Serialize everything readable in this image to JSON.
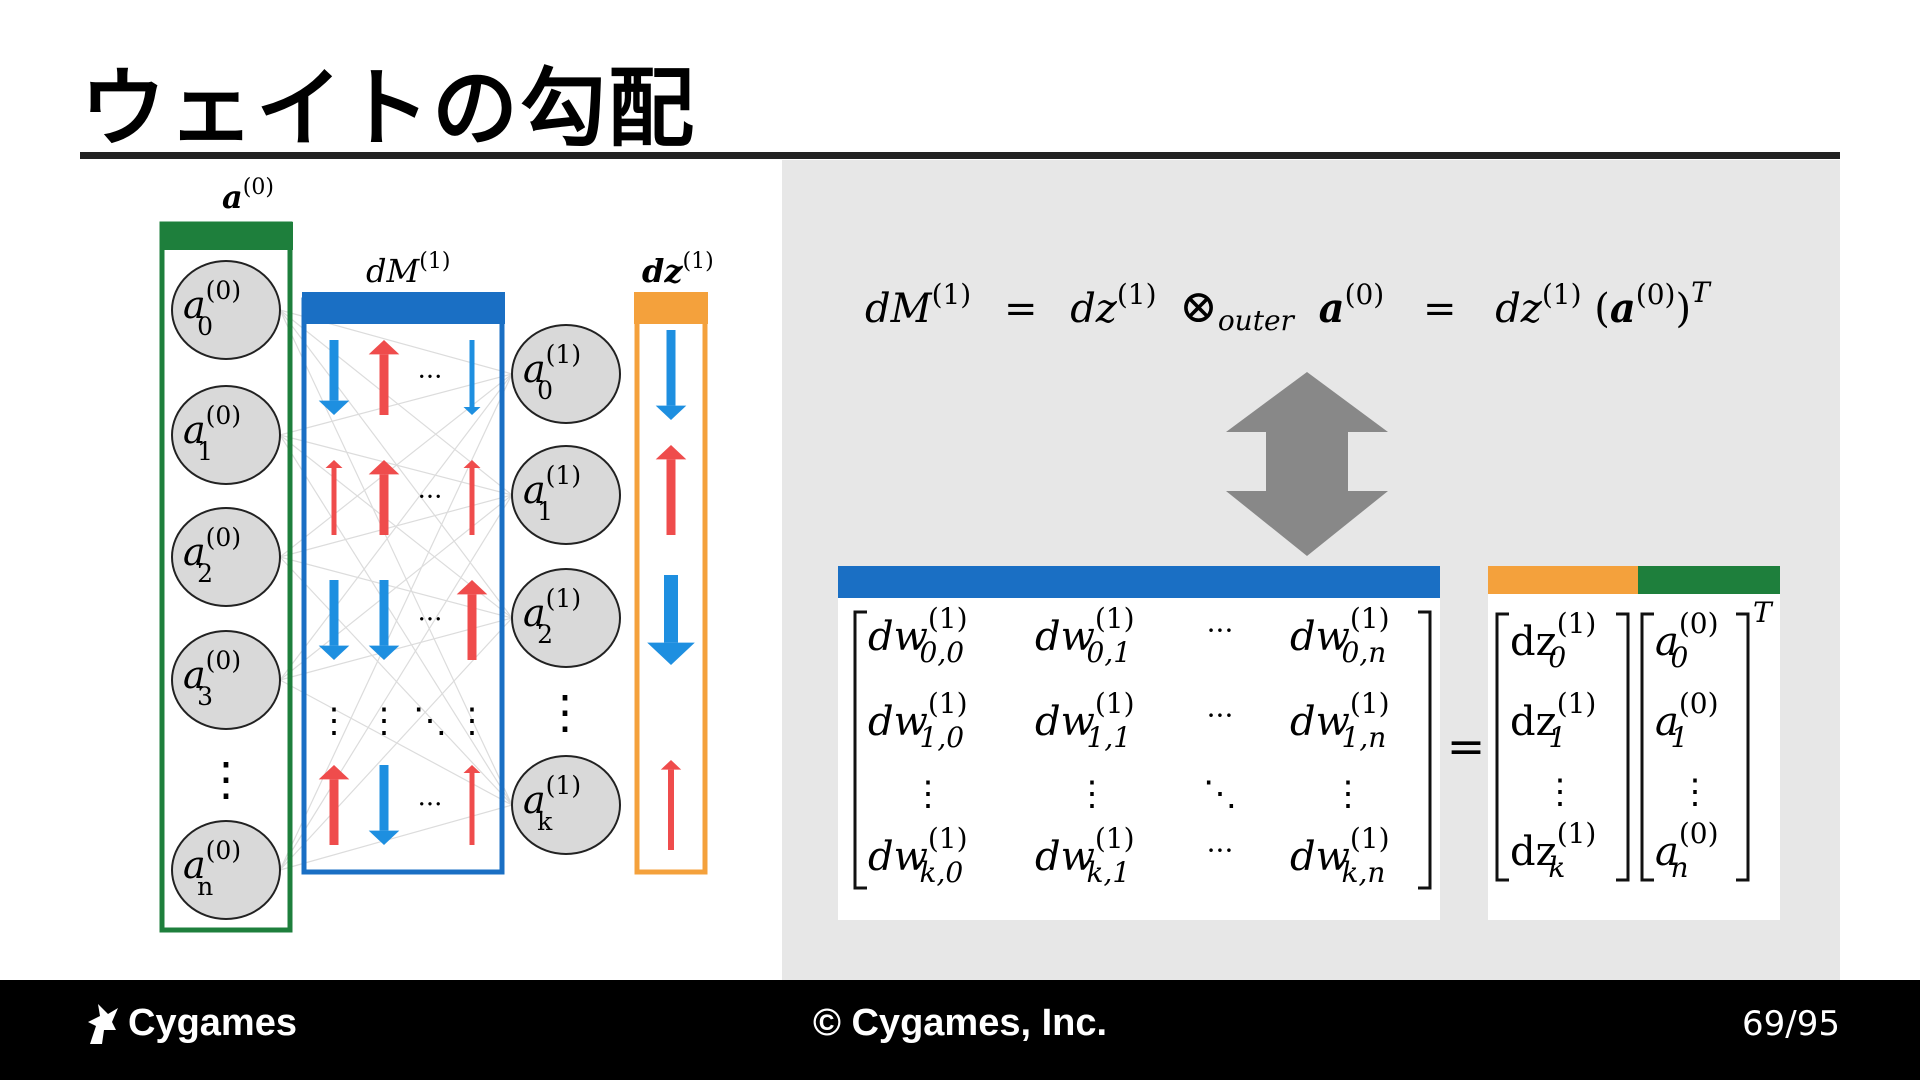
{
  "slide": {
    "title": "ウェイトの勾配",
    "page": "69/95",
    "copyright": "© Cygames, Inc.",
    "brand": "Cygames"
  },
  "colors": {
    "green": "#1e7f3c",
    "blue": "#1a6fc4",
    "orange": "#f4a13c",
    "arrow_blue": "#1e8fe0",
    "arrow_red": "#ef4c4c",
    "gray_arrow": "#888888"
  },
  "labels": {
    "a0": {
      "base": "a",
      "sup": "(0)"
    },
    "dM": {
      "base": "dM",
      "sup": "(1)"
    },
    "dz": {
      "base": "dz",
      "sup": "(1)"
    }
  },
  "input_nodes": [
    {
      "base": "a",
      "sup": "(0)",
      "sub": "0"
    },
    {
      "base": "a",
      "sup": "(0)",
      "sub": "1"
    },
    {
      "base": "a",
      "sup": "(0)",
      "sub": "2"
    },
    {
      "base": "a",
      "sup": "(0)",
      "sub": "3"
    },
    {
      "base": "a",
      "sup": "(0)",
      "sub": "n"
    }
  ],
  "output_nodes": [
    {
      "base": "a",
      "sup": "(1)",
      "sub": "0"
    },
    {
      "base": "a",
      "sup": "(1)",
      "sub": "1"
    },
    {
      "base": "a",
      "sup": "(1)",
      "sub": "2"
    },
    {
      "base": "a",
      "sup": "(1)",
      "sub": "k"
    }
  ],
  "ellipsis": {
    "h": "···",
    "v": "⋮",
    "d": "⋱"
  },
  "dM_arrows": [
    [
      "down-blue",
      "up-red",
      "dots",
      "down-blue-thin"
    ],
    [
      "up-red-thin",
      "up-red",
      "dots",
      "up-red-thin"
    ],
    [
      "down-blue",
      "down-blue",
      "dots",
      "up-red"
    ],
    [
      "vdots",
      "vdots",
      "ddots",
      "vdots"
    ],
    [
      "up-red",
      "down-blue",
      "dots",
      "up-red-thin"
    ]
  ],
  "dz_arrows": [
    "down-blue",
    "up-red",
    "down-blue-big",
    "gap",
    "up-red-thin"
  ],
  "formula": {
    "lhs": "dM",
    "lhs_sup": "(1)",
    "eq": "=",
    "dz": "dz",
    "dz_sup": "(1)",
    "otimes": "⊗",
    "outer": "outer",
    "a": "a",
    "a_sup": "(0)",
    "eq2": "=",
    "rhs_dz": "dz",
    "rhs_dz_sup": "(1)",
    "rhs_a": "a",
    "rhs_a_sup": "(0)",
    "rhs_T": "T"
  },
  "matrix_dw": {
    "base": "dw",
    "sup": "(1)",
    "rows": [
      [
        "0,0",
        "0,1",
        "···",
        "0,n"
      ],
      [
        "1,0",
        "1,1",
        "···",
        "1,n"
      ],
      [
        "⋮",
        "⋮",
        "⋱",
        "⋮"
      ],
      [
        "k,0",
        "k,1",
        "···",
        "k,n"
      ]
    ]
  },
  "equals": "=",
  "vector_dz": {
    "base": "dz",
    "sup": "(1)",
    "subs": [
      "0",
      "1",
      "⋮",
      "k"
    ]
  },
  "vector_a": {
    "base": "a",
    "sup": "(0)",
    "subs": [
      "0",
      "1",
      "⋮",
      "n"
    ],
    "T": "T"
  }
}
